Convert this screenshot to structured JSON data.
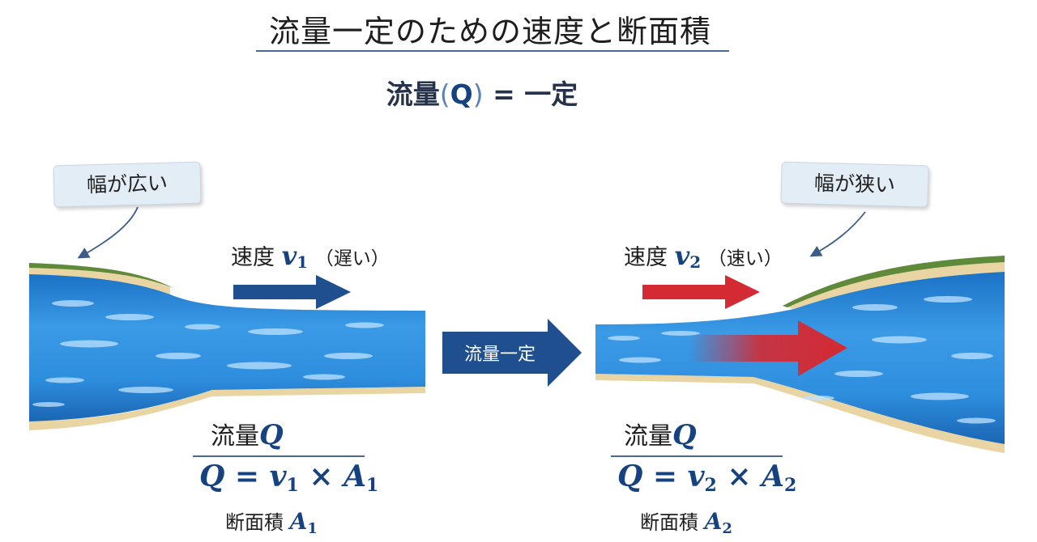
{
  "title": "流量一定のための速度と断面積",
  "subtitle": {
    "prefix": "流量",
    "symbol": "Q",
    "suffix": "= 一定"
  },
  "left": {
    "callout": "幅が広い",
    "speed_prefix": "速度",
    "speed_symbol": "v",
    "speed_index": "1",
    "speed_note": "（遅い）",
    "flow_prefix": "流量",
    "flow_symbol": "Q",
    "formula": {
      "q": "Q",
      "eq": " = ",
      "v": "v",
      "v_index": "1",
      "times": " × ",
      "a": "A",
      "a_index": "1"
    },
    "area_prefix": "断面積 ",
    "area_symbol": "A",
    "area_index": "1"
  },
  "right": {
    "callout": "幅が狭い",
    "speed_prefix": "速度",
    "speed_symbol": "v",
    "speed_index": "2",
    "speed_note": "（速い）",
    "flow_prefix": "流量",
    "flow_symbol": "Q",
    "formula": {
      "q": "Q",
      "eq": " = ",
      "v": "v",
      "v_index": "2",
      "times": " × ",
      "a": "A",
      "a_index": "2"
    },
    "area_prefix": "断面積 ",
    "area_symbol": "A",
    "area_index": "2"
  },
  "center_label": "流量一定",
  "colors": {
    "water": "#2f8fdf",
    "water_dark": "#1a6fc0",
    "bank": "#e9d4a3",
    "grass": "#5f8a3a",
    "arrow_blue": "#1f4f8f",
    "arrow_red": "#d42a33",
    "accent_text": "#16427f"
  }
}
